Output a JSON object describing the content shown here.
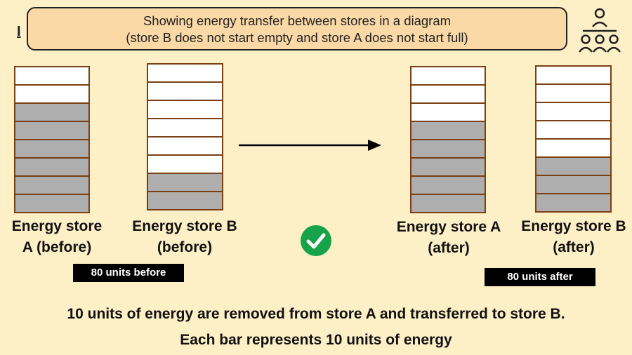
{
  "marker": "I",
  "title": {
    "line1": "Showing energy transfer between stores in a diagram",
    "line2": "(store B does not start empty and store A does not start full)"
  },
  "icons": {
    "people": "people-group-icon",
    "check": "check-circle-icon",
    "arrow": "right-arrow-icon"
  },
  "colors": {
    "background": "#fdf0c7",
    "title_box": "#fbd9a7",
    "cell_border": "#7a3f12",
    "filled": "#aeaeae",
    "check": "#17a34a"
  },
  "stores": [
    {
      "id": "a-before",
      "label_line1": "Energy store",
      "label_line2": "A (before)",
      "total_bars": 8,
      "filled_bars": 6
    },
    {
      "id": "b-before",
      "label_line1": "Energy store B",
      "label_line2": "(before)",
      "total_bars": 8,
      "filled_bars": 2
    },
    {
      "id": "a-after",
      "label_line1": "Energy store A",
      "label_line2": "(after)",
      "total_bars": 8,
      "filled_bars": 5
    },
    {
      "id": "b-after",
      "label_line1": "Energy store B",
      "label_line2": "(after)",
      "total_bars": 8,
      "filled_bars": 3
    }
  ],
  "units_before": "80 units before",
  "units_after": "80 units after",
  "footer": {
    "line1": "10 units of energy are removed from store A and transferred to store B.",
    "line2": "Each bar represents 10 units of energy"
  }
}
